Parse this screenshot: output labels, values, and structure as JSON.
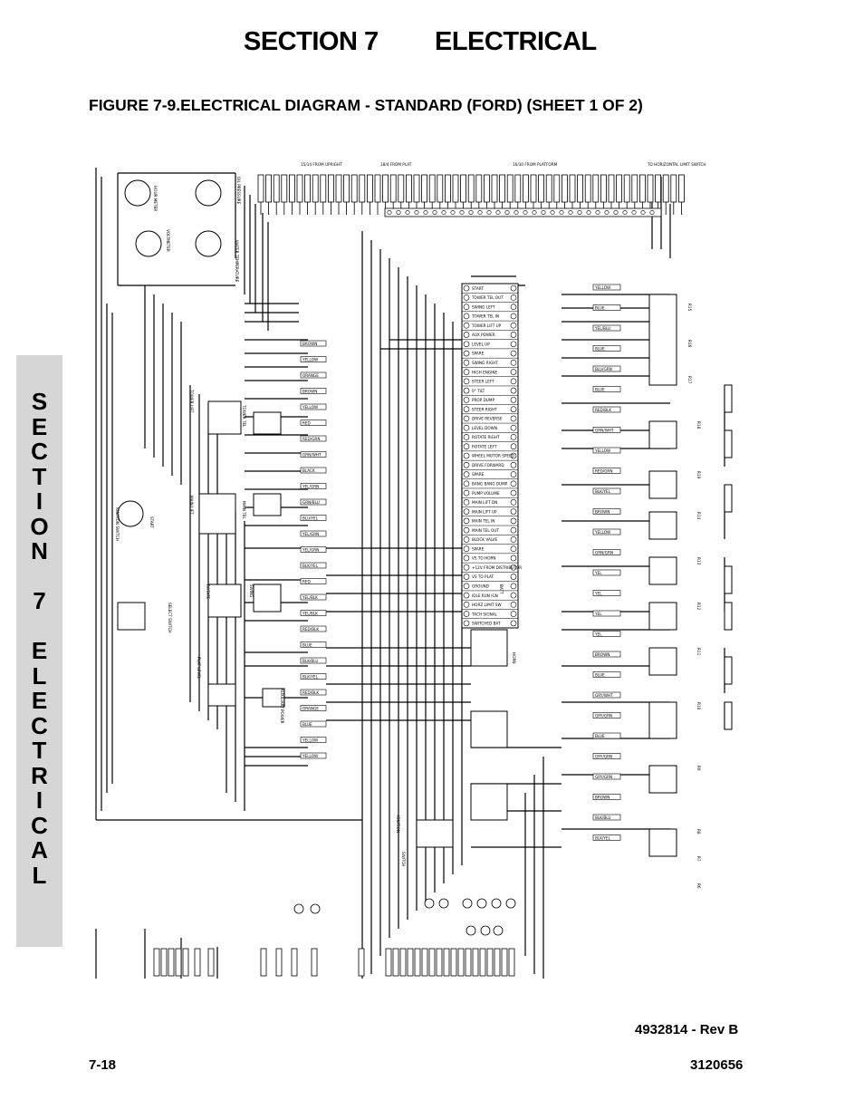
{
  "header": {
    "section_number": "SECTION 7",
    "section_name": "ELECTRICAL"
  },
  "figure_title": "FIGURE 7-9.ELECTRICAL DIAGRAM - STANDARD (FORD) (SHEET 1 OF 2)",
  "side_tab": {
    "text": "SECTION 7 ELECTRICAL",
    "letters": [
      "S",
      "E",
      "C",
      "T",
      "I",
      "O",
      "N",
      "",
      "7",
      "",
      "E",
      "L",
      "E",
      "C",
      "T",
      "R",
      "I",
      "C",
      "A",
      "L"
    ]
  },
  "diagram": {
    "top_labels": [
      "15/14 FROM UPRIGHT",
      "18/4 FROM PLAT",
      "16/30 FROM PLATFORM",
      "TO HORIZONTAL LIMIT SWITCH"
    ],
    "terminal_strip": [
      "START",
      "TOWER TEL OUT",
      "SWING LEFT",
      "TOWER TEL IN",
      "TOWER LIFT UP",
      "AUX POWER",
      "LEVEL UP",
      "SPARE",
      "SWING RIGHT",
      "HIGH ENGINE",
      "STEER LEFT",
      "0° TILT",
      "PROP DUMP",
      "STEER RIGHT",
      "DRIVE REVERSE",
      "LEVEL DOWN",
      "ROTATE RIGHT",
      "ROTATE LEFT",
      "WHEEL MOTOR SPEED",
      "DRIVE FORWARD",
      "SPARE",
      "BANG BANG DUMP",
      "PUMP VOLUME",
      "MAIN LIFT DN",
      "MAIN LIFT UP",
      "MAIN TEL IN",
      "MAIN TEL OUT",
      "BLOCK VALVE",
      "SPARE",
      "VS TO HORN",
      "+12V FROM DISTRIBUTOR",
      "VS TO PLAT",
      "GROUND",
      "IDLE RUN IGN",
      "HORZ LIMIT SW",
      "TACH SIGNAL",
      "SWITCHED BAT"
    ],
    "left_wire_labels": [
      "BROWN",
      "YELLOW",
      "ORANGE",
      "BROWN",
      "YELLOW",
      "RED",
      "RED/GRN",
      "GRN/WHT",
      "BLACK",
      "YEL/GRN",
      "GRN/BLU",
      "BLU/YEL",
      "YEL/GRN",
      "YEL/GRN",
      "BLK/YEL",
      "RED",
      "YEL/BLK",
      "YEL/BLK",
      "RED/BLK",
      "BLUE",
      "BLK/BLU",
      "BLK/YEL",
      "RED/BLK",
      "ORANGE",
      "BLUE",
      "YELLOW",
      "YELLOW"
    ],
    "right_wire_labels": [
      "YELLOW",
      "BLUE",
      "YEL/BLU",
      "BLUE",
      "BLU/GRN",
      "BLUE",
      "RED/BLK",
      "GRN/WHT",
      "YELLOW",
      "RED/GRN",
      "BLK/YEL",
      "BROWN",
      "YELLOW",
      "GRN/GRN",
      "YEL",
      "YEL",
      "YEL",
      "YEL",
      "BROWN",
      "BLUE",
      "GRY/WHT",
      "GRY/GRN",
      "BLUE",
      "GRY/GRN",
      "GRY/GRN",
      "BROWN",
      "BLK/BLU",
      "BLK/YEL"
    ],
    "component_labels": [
      "OIL PRESSURE",
      "VOLTMETER",
      "HOUR METER",
      "WATER TEMPERATURE",
      "TOWER LIFT",
      "TOWER TEL",
      "MAIN LIFT",
      "MAIN TEL",
      "ROTATE",
      "SWING",
      "SELECT SWITCH",
      "PLAT LEVEL",
      "AUXILIARY POWER",
      "IGNITION SWITCH",
      "START",
      "BATT",
      "HORN",
      "IGNITION",
      "SWITCH"
    ],
    "right_component_labels": [
      "R15",
      "R16",
      "R17",
      "R18",
      "R19",
      "R14",
      "R13",
      "R12",
      "R11",
      "R10",
      "R9",
      "R8",
      "R7",
      "R6"
    ]
  },
  "footer": {
    "revision": "4932814 - Rev B",
    "page_number": "7-18",
    "document_number": "3120656"
  }
}
